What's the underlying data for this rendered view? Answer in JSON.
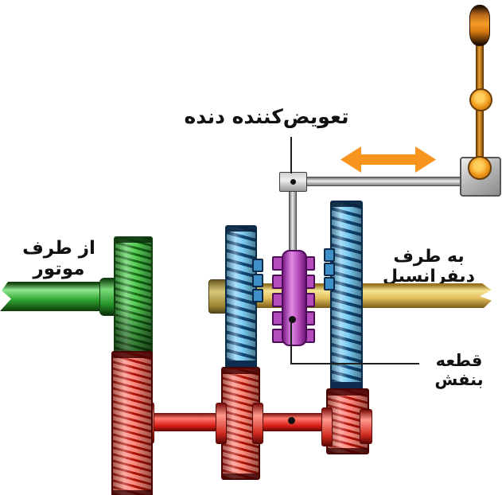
{
  "labels": {
    "gear_shifter": "تعویض‌کننده دنده",
    "from_motor": "از طرف موتور",
    "to_differential": "به طرف دیفرانسیل",
    "purple_piece": "قطعه بنفش"
  },
  "colors": {
    "accent_orange": "#F7941D",
    "gear_green": "#3FBF3F",
    "gear_red": "#E02A20",
    "gear_blue": "#4FA8DD",
    "piece_purple": "#B44CBC",
    "shaft_yellow": "#E6C35F",
    "metal_gray": "#A8A8A8",
    "line_black": "#1E1E1E",
    "background": "#FFFFFF"
  }
}
